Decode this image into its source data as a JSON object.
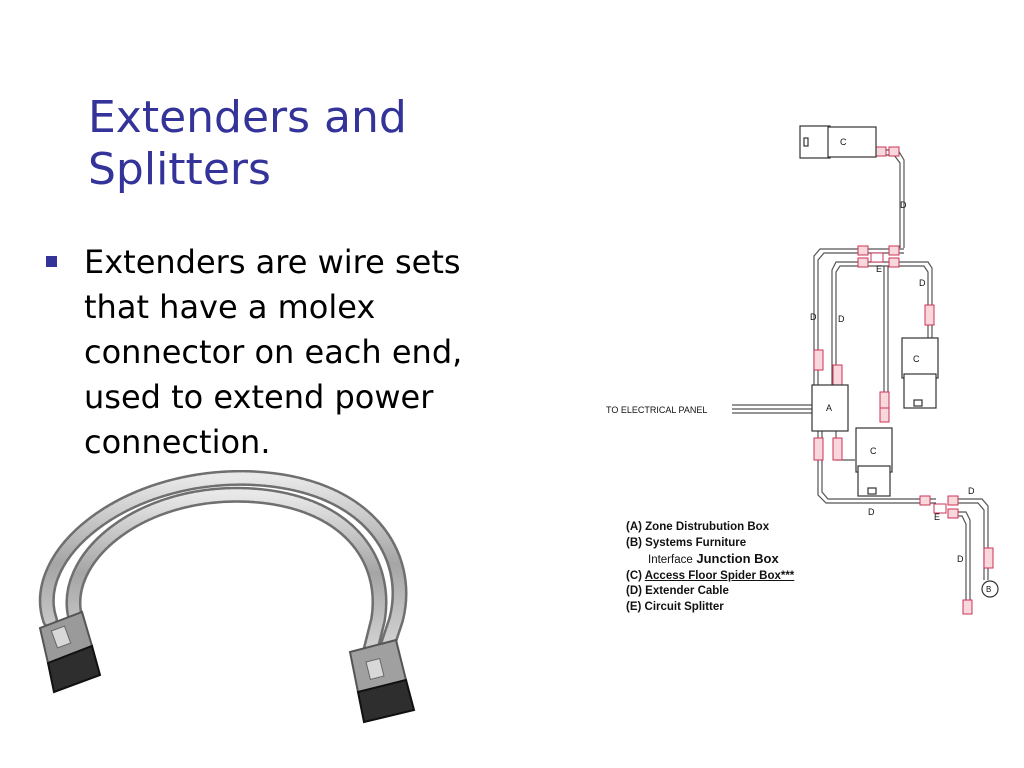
{
  "slide": {
    "title_lines": [
      "Extenders and",
      "Splitters"
    ],
    "bullet_lines": [
      "Extenders are wire sets",
      "that have a molex",
      "connector on each end,",
      "used to extend power",
      "connection."
    ]
  },
  "photo": {
    "icon": "extender-cable-photo"
  },
  "diagram": {
    "panel_label": "TO  ELECTRICAL  PANEL",
    "box_labels": {
      "a": "A",
      "b": "B",
      "c": "C",
      "d": "D",
      "e": "E"
    },
    "legend": {
      "a": "(A) Zone Distrubution Box",
      "b1": "(B) Systems Furniture",
      "b2_prefix": "Interface",
      "b2_suffix": " Junction Box",
      "c_prefix": "(C) ",
      "c_underlined": "Access Floor Spider Box***",
      "d": "(D) Extender Cable",
      "e": "(E) Circuit Splitter"
    }
  },
  "colors": {
    "title": "#333399",
    "bullet": "#333399",
    "connector": "#cc3355",
    "line": "#555555"
  }
}
